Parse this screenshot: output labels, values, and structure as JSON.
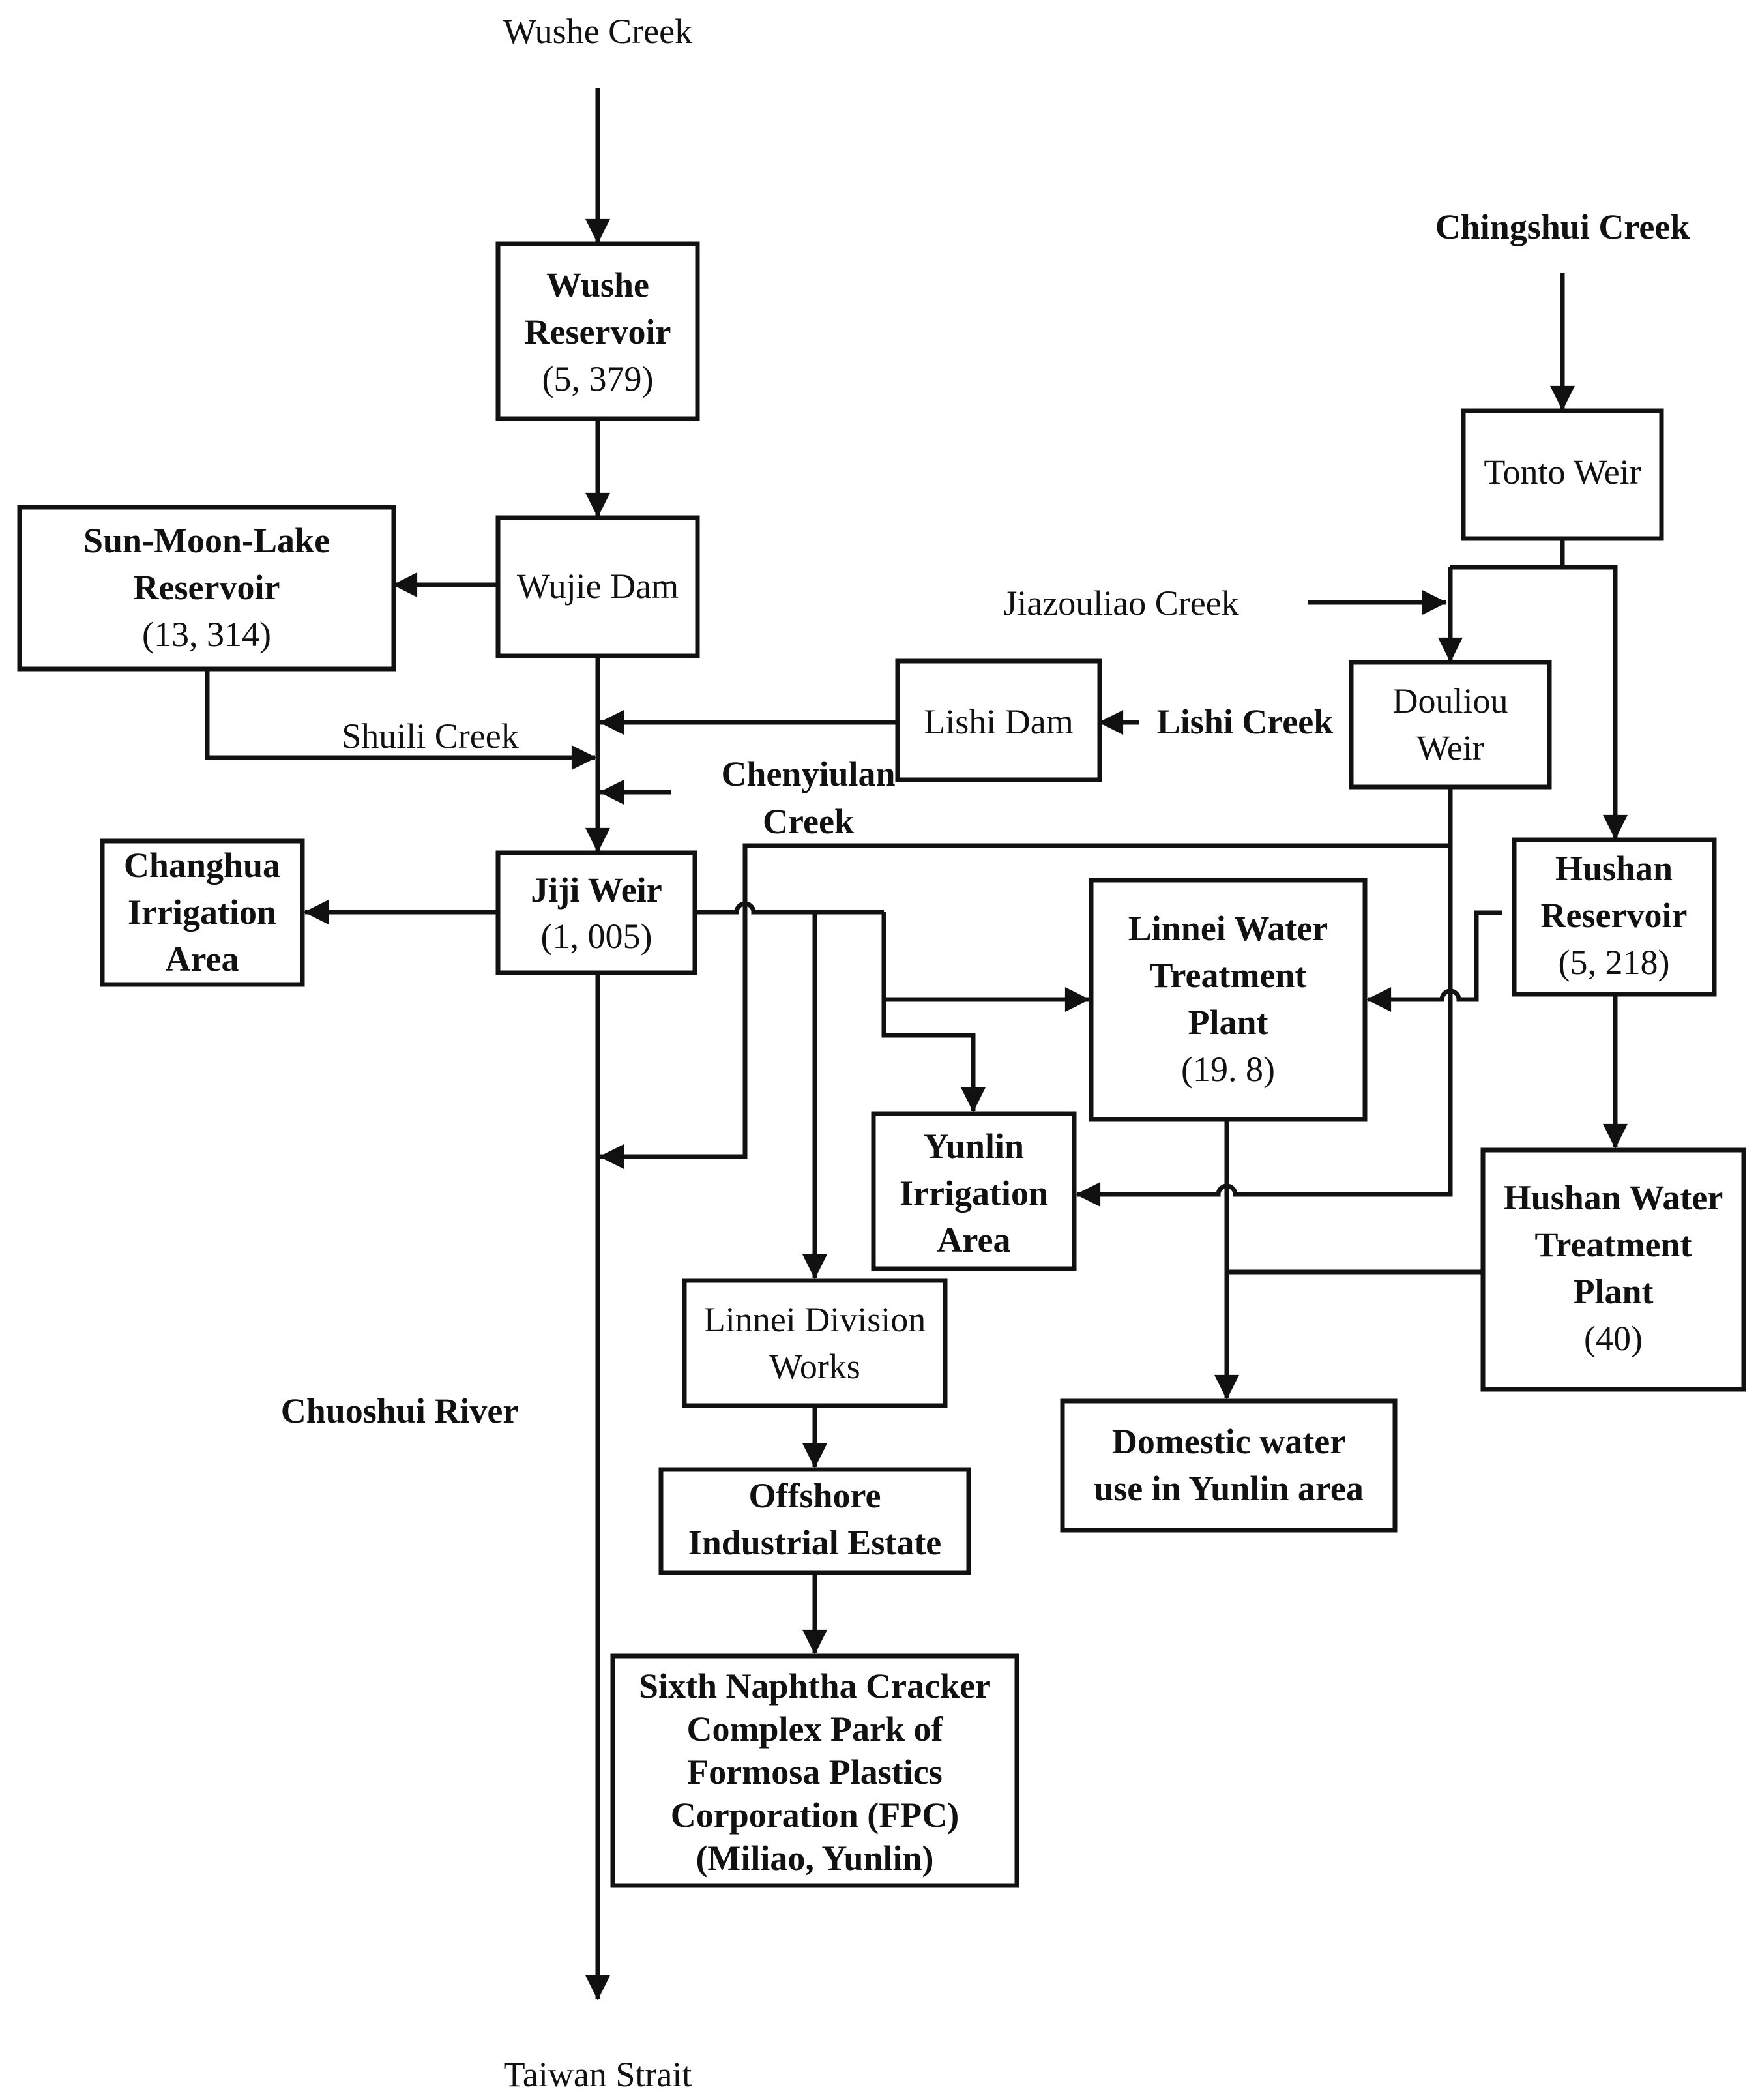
{
  "labels": {
    "wushe_creek": "Wushe Creek",
    "chingshui_creek": "Chingshui Creek",
    "jiazouliao_creek": "Jiazouliao Creek",
    "shuili_creek": "Shuili Creek",
    "lishi_creek": "Lishi Creek",
    "chenyiulan_creek_1": "Chenyiulan",
    "chenyiulan_creek_2": "Creek",
    "chuoshui_river": "Chuoshui River",
    "taiwan_strait": "Taiwan Strait"
  },
  "nodes": {
    "wushe_reservoir": {
      "lines": [
        "Wushe",
        "Reservoir",
        "(5, 379)"
      ]
    },
    "sun_moon_lake": {
      "lines": [
        "Sun-Moon-Lake",
        "Reservoir",
        "(13, 314)"
      ]
    },
    "wujie_dam": {
      "lines": [
        "Wujie Dam"
      ]
    },
    "lishi_dam": {
      "lines": [
        "Lishi Dam"
      ]
    },
    "tonto_weir": {
      "lines": [
        "Tonto Weir"
      ]
    },
    "douliou_weir": {
      "lines": [
        "Douliou",
        "Weir"
      ]
    },
    "jiji_weir": {
      "lines": [
        "Jiji Weir",
        "(1, 005)"
      ]
    },
    "changhua_irrigation": {
      "lines": [
        "Changhua",
        "Irrigation",
        "Area"
      ]
    },
    "hushan_reservoir": {
      "lines": [
        "Hushan",
        "Reservoir",
        "(5, 218)"
      ]
    },
    "linnei_wtp": {
      "lines": [
        "Linnei Water",
        "Treatment",
        "Plant",
        "(19. 8)"
      ]
    },
    "yunlin_irrigation": {
      "lines": [
        "Yunlin",
        "Irrigation",
        "Area"
      ]
    },
    "hushan_wtp": {
      "lines": [
        "Hushan Water",
        "Treatment",
        "Plant",
        "(40)"
      ]
    },
    "linnei_division": {
      "lines": [
        "Linnei Division",
        "Works"
      ]
    },
    "domestic_water": {
      "lines": [
        "Domestic water",
        "use in Yunlin area"
      ]
    },
    "offshore_industrial": {
      "lines": [
        "Offshore",
        "Industrial Estate"
      ]
    },
    "sixth_naphtha": {
      "lines": [
        "Sixth Naphtha Cracker",
        "Complex Park of",
        "Formosa Plastics",
        "Corporation (FPC)",
        "(Miliao, Yunlin)"
      ]
    }
  }
}
